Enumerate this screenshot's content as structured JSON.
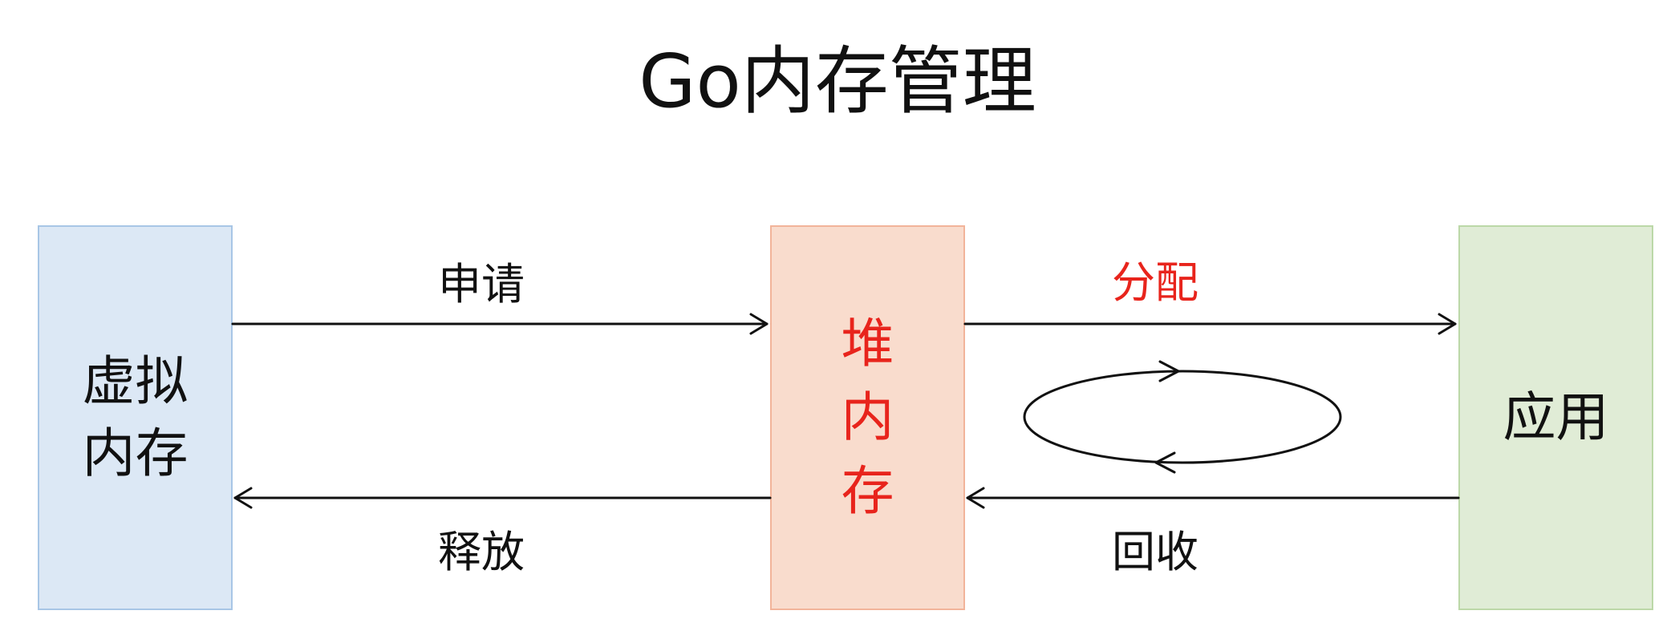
{
  "title": "Go内存管理",
  "nodes": {
    "virtual_memory": "虚拟\n内存",
    "heap_memory": "堆\n内\n存",
    "application": "应用"
  },
  "edges": {
    "apply": "申请",
    "release": "释放",
    "allocate": "分配",
    "recycle": "回收"
  },
  "colors": {
    "highlight": "#e8241c",
    "virtual_fill": "#dce8f5",
    "heap_fill": "#f9dccd",
    "app_fill": "#e0ecd6"
  }
}
